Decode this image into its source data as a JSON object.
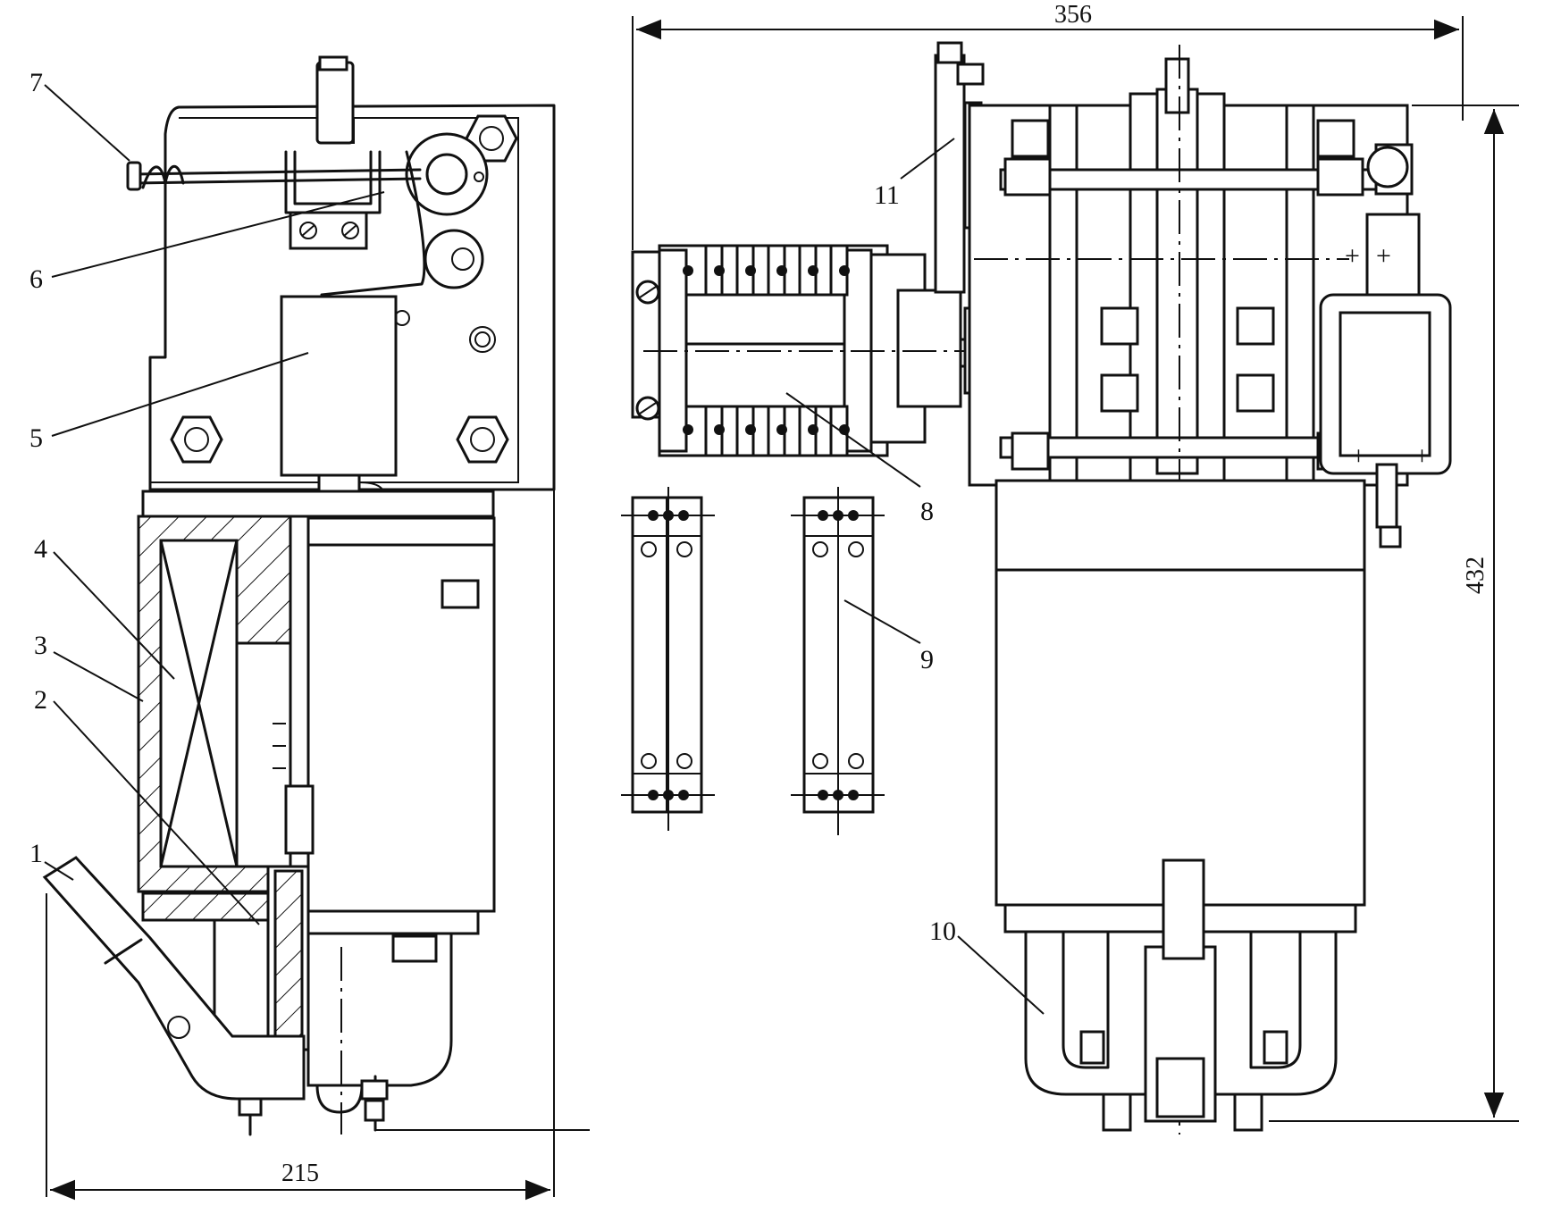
{
  "dimensions": {
    "left_width": "215",
    "top_width": "356",
    "right_height": "432"
  },
  "callouts": [
    "1",
    "2",
    "3",
    "4",
    "5",
    "6",
    "7",
    "8",
    "9",
    "10",
    "11"
  ]
}
